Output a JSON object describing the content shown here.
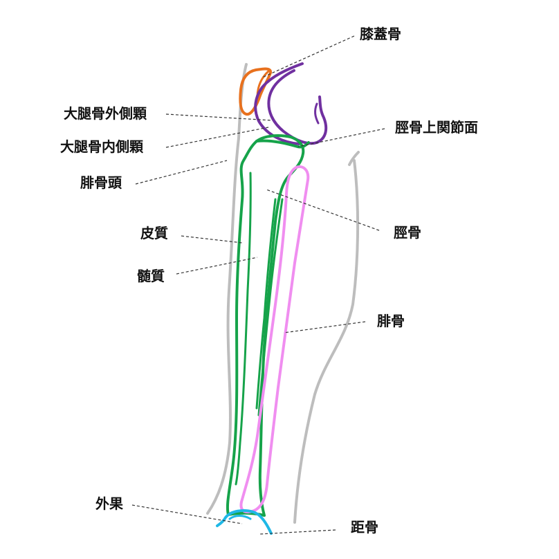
{
  "labels": {
    "patella": "膝蓋骨",
    "lateral_condyle": "大腿骨外側顆",
    "medial_condyle": "大腿骨内側顆",
    "tibial_plateau": "脛骨上関節面",
    "fibular_head": "腓骨頭",
    "tibia": "脛骨",
    "cortex": "皮質",
    "medulla": "髄質",
    "fibula": "腓骨",
    "lateral_malleolus": "外果",
    "talus": "距骨"
  },
  "colors": {
    "outline": "#bdbdbd",
    "patella": "#e8711e",
    "femur": "#7030a0",
    "tibia": "#16a34a",
    "fibula": "#f08ef0",
    "talus": "#1fb8e6",
    "leader": "#333333",
    "text": "#111111"
  }
}
